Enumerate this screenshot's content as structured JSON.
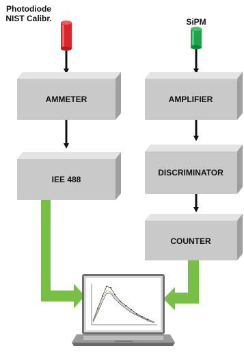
{
  "sensors": {
    "photodiode": {
      "line1": "Photodiode",
      "line2": "NIST Calibr.",
      "color": "#d8262b"
    },
    "sipm": {
      "label": "SiPM",
      "color": "#1fa24c"
    }
  },
  "boxes": {
    "ammeter": "AMMETER",
    "ieee488": "IEE 488",
    "amplifier": "AMPLIFIER",
    "discriminator": "DISCRIMINATOR",
    "counter": "COUNTER"
  },
  "colors": {
    "box_face": "#c9c9c9",
    "box_top": "#e4e4e4",
    "box_side": "#9f9f9f",
    "signal_arrow": "#111111",
    "data_arrow": "#77bf45"
  },
  "laptop": {
    "name": "laptop-computer"
  }
}
